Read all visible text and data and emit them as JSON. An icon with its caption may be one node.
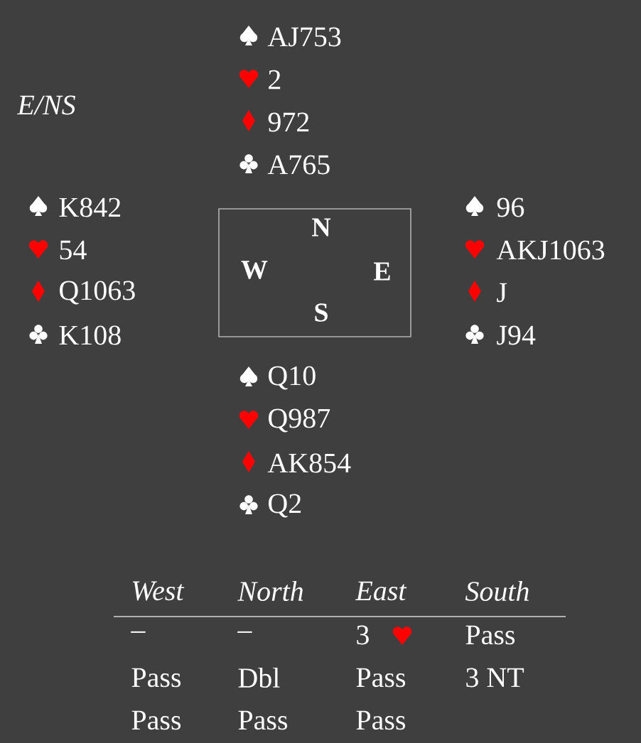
{
  "diagram": {
    "nodes": [
      {
        "text": [
          "N",
          "W",
          "E",
          "S"
        ]
      }
    ],
    "labels": [
      "E/NS",
      "AJ753",
      "2",
      "972",
      "A765",
      "K842",
      "54",
      "Q1063",
      "K108",
      "96",
      "AKJ1063",
      "J",
      "J94",
      "Q10",
      "Q987",
      "AK854",
      "Q2",
      "West",
      "North",
      "East",
      "South",
      "–",
      "–",
      "3",
      "Pass",
      "Pass",
      "Dbl",
      "Pass",
      "3 NT",
      "Pass",
      "Pass",
      "Pass"
    ]
  }
}
